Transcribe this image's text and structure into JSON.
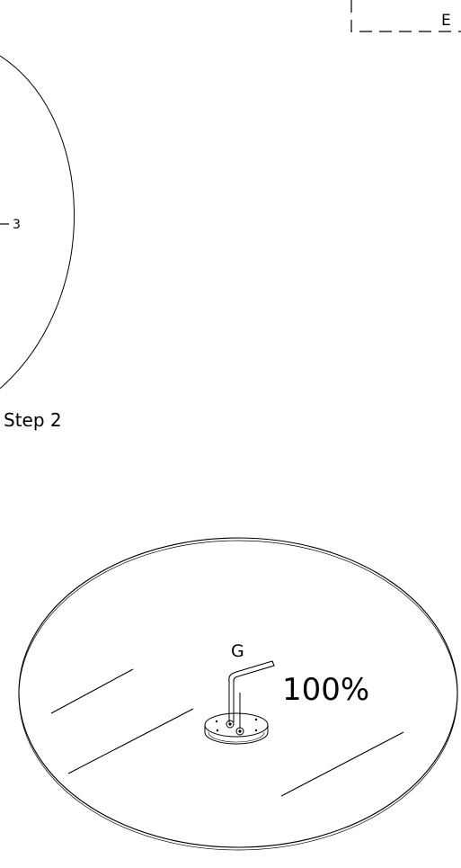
{
  "diagram": {
    "ink_color": "#000000",
    "background_color": "#ffffff",
    "top_box_label": "E",
    "part_callout": "3",
    "step_label": "Step 2",
    "part_letter": "G",
    "torque_label": "100%",
    "icons": [
      "allen-key-icon",
      "mount-plate-icon",
      "round-tabletop-icon"
    ]
  }
}
